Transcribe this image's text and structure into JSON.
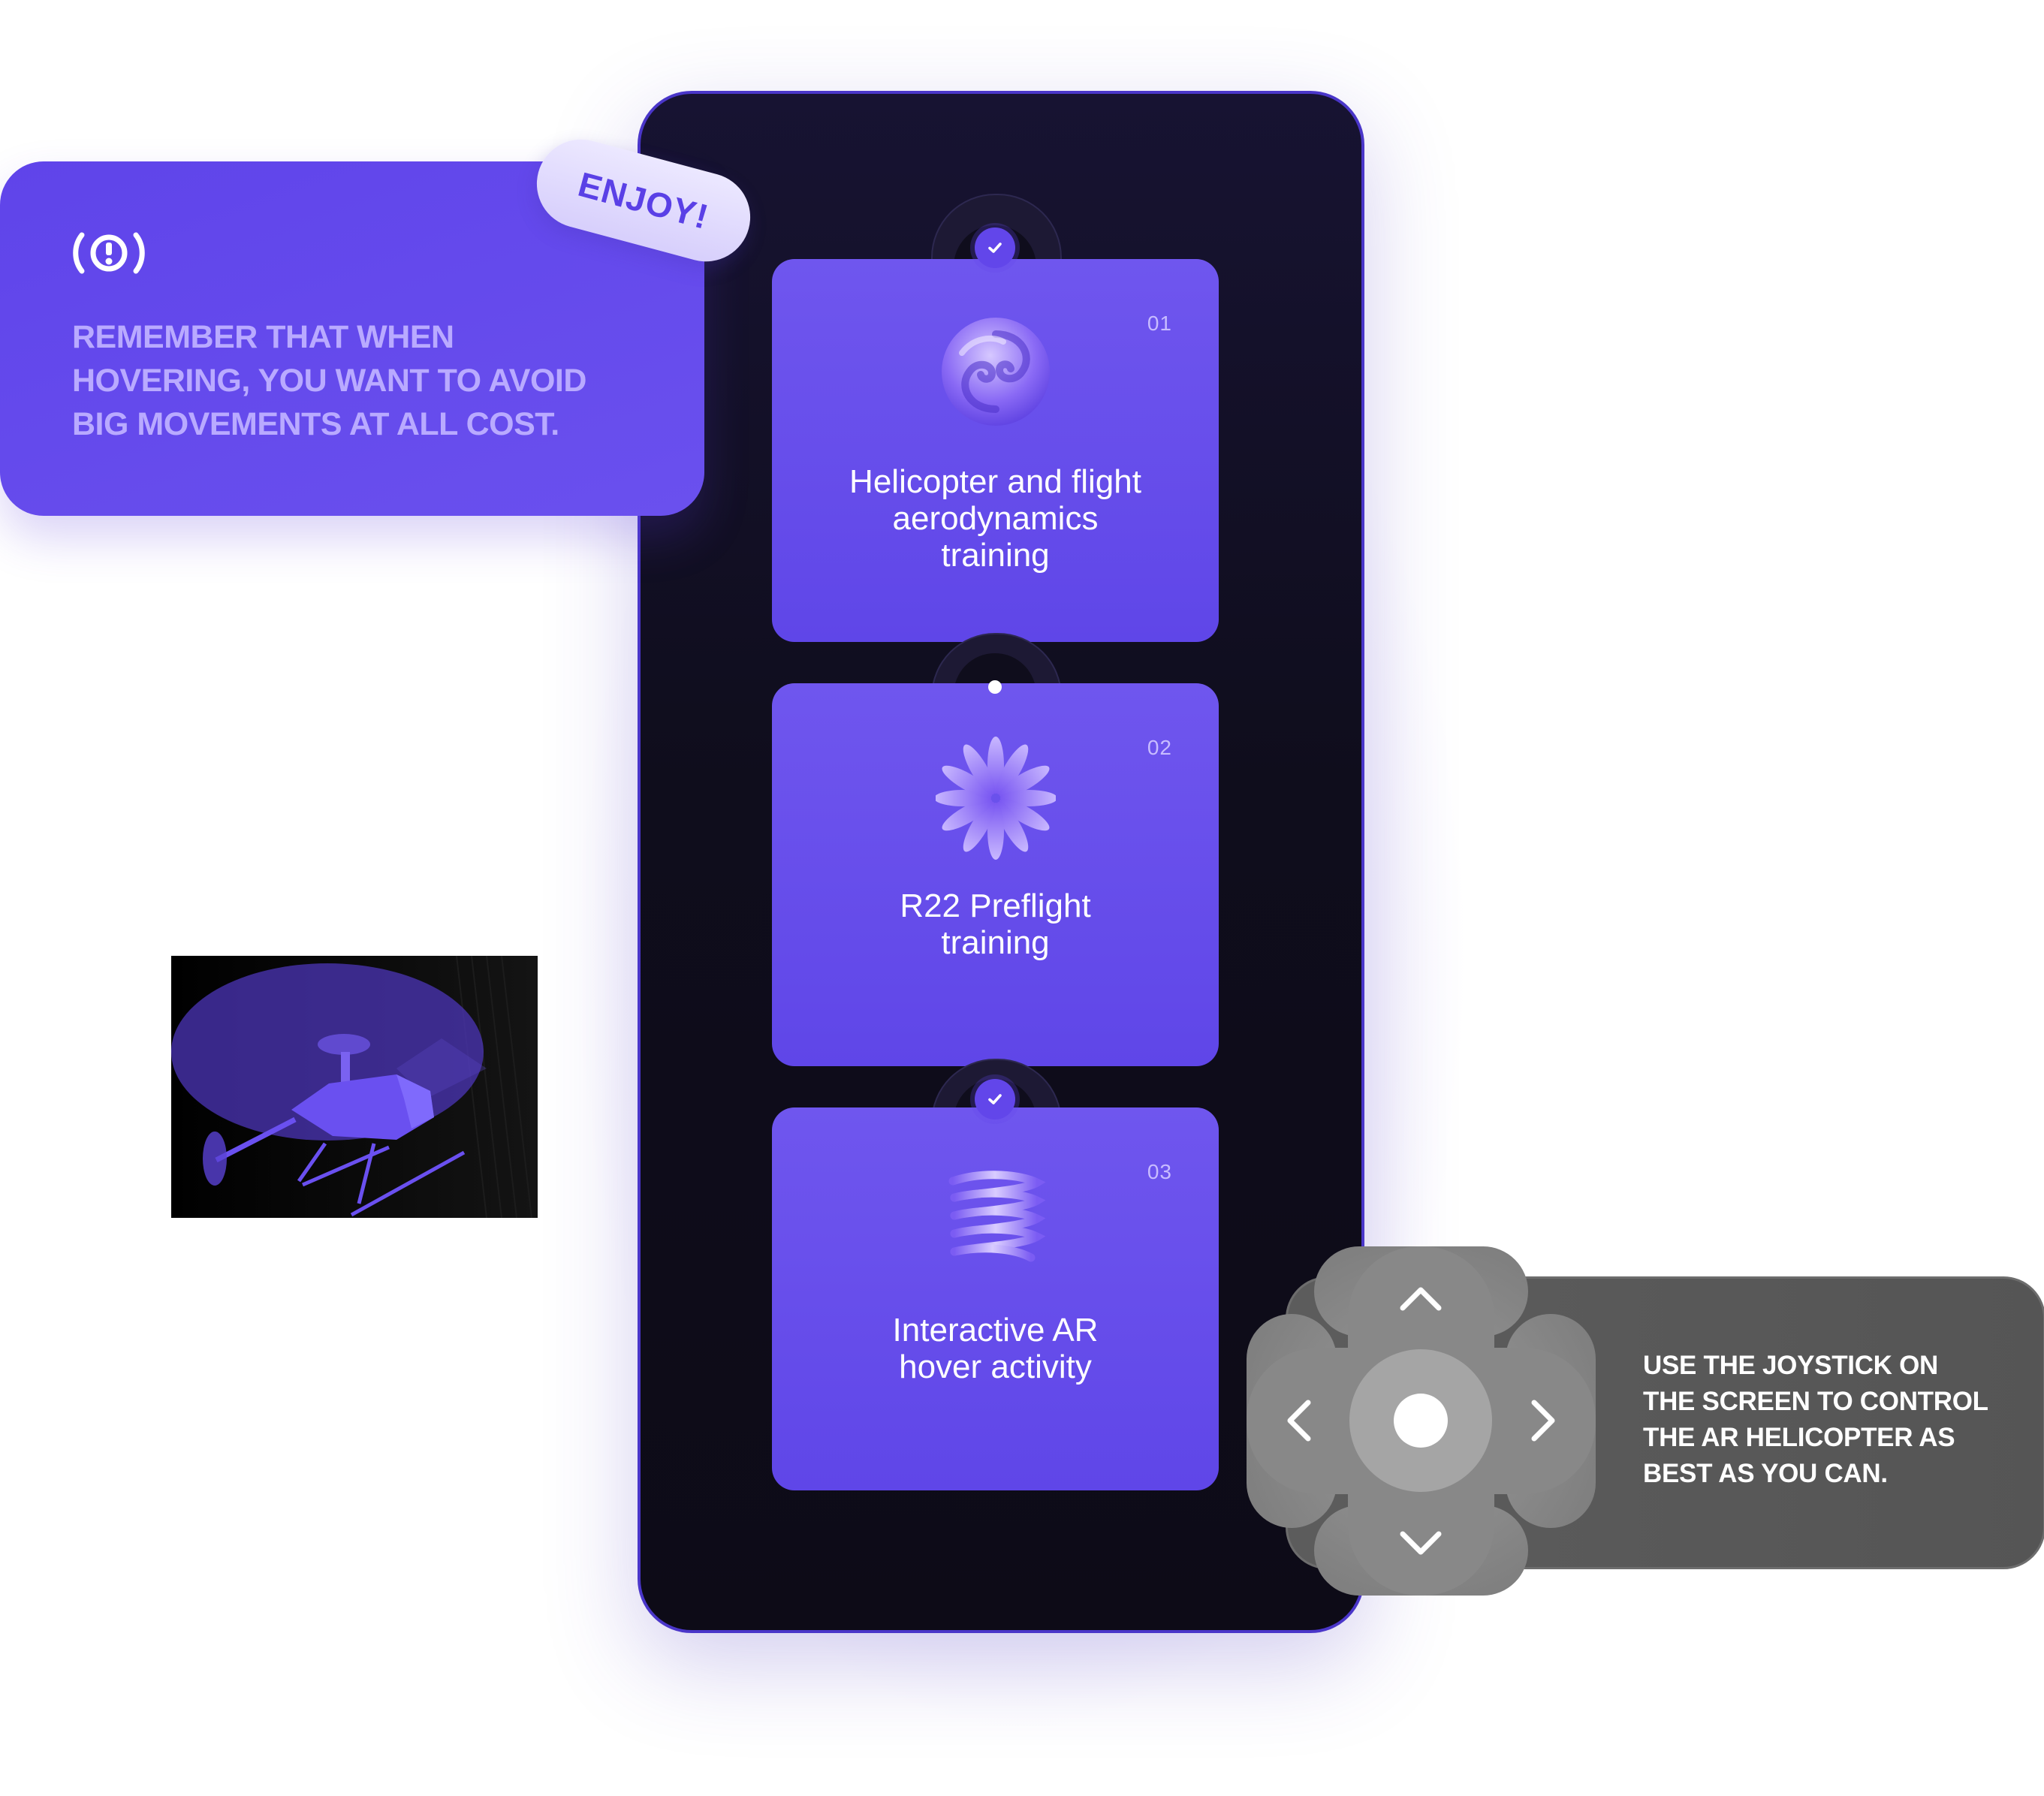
{
  "tip": {
    "icon": "alert-broadcast-icon",
    "text": "REMEMBER THAT WHEN\nHOVERING, YOU WANT TO AVOID\nBIG MOVEMENTS AT ALL COST.",
    "badge": "ENJOY!"
  },
  "modules": [
    {
      "number": "01",
      "title": "Helicopter and flight\naerodynamics\ntraining",
      "icon": "swirl-icon",
      "status": "completed"
    },
    {
      "number": "02",
      "title": "R22 Preflight\ntraining",
      "icon": "starburst-icon",
      "status": "current"
    },
    {
      "number": "03",
      "title": "Interactive AR\nhover activity",
      "icon": "spring-coil-icon",
      "status": "completed"
    }
  ],
  "joystick": {
    "instruction": "USE THE JOYSTICK ON\nTHE SCREEN TO CONTROL\nTHE AR HELICOPTER AS\nBEST AS YOU CAN."
  },
  "colors": {
    "accent": "#6246ea",
    "phone_bg": "#0f0d1c",
    "tip_text": "#b9aaff",
    "joystick_card": "#5c5c5c"
  }
}
